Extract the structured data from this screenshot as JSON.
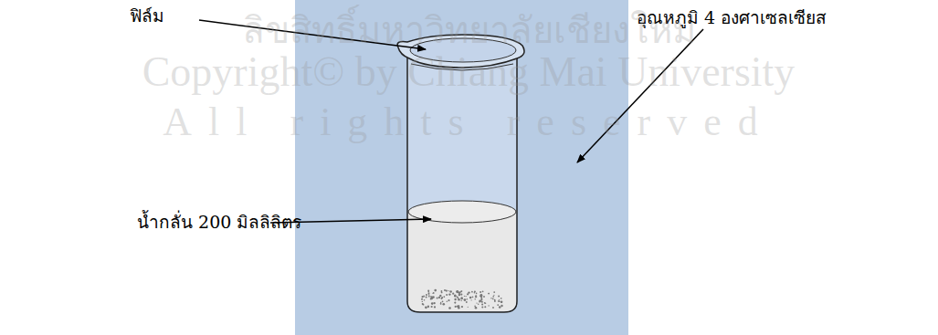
{
  "diagram": {
    "labels": [
      "ฟิล์ม",
      "อุณหภูมิ 4 องศาเซลเซียส",
      "น้ำกลั่น 200 มิลลิลิตร",
      "ลิขสิทธิ์มหาวิทยาลัยเชียงใหม่",
      "Copyright© by Chiang Mai University",
      "All rights reserved"
    ]
  }
}
